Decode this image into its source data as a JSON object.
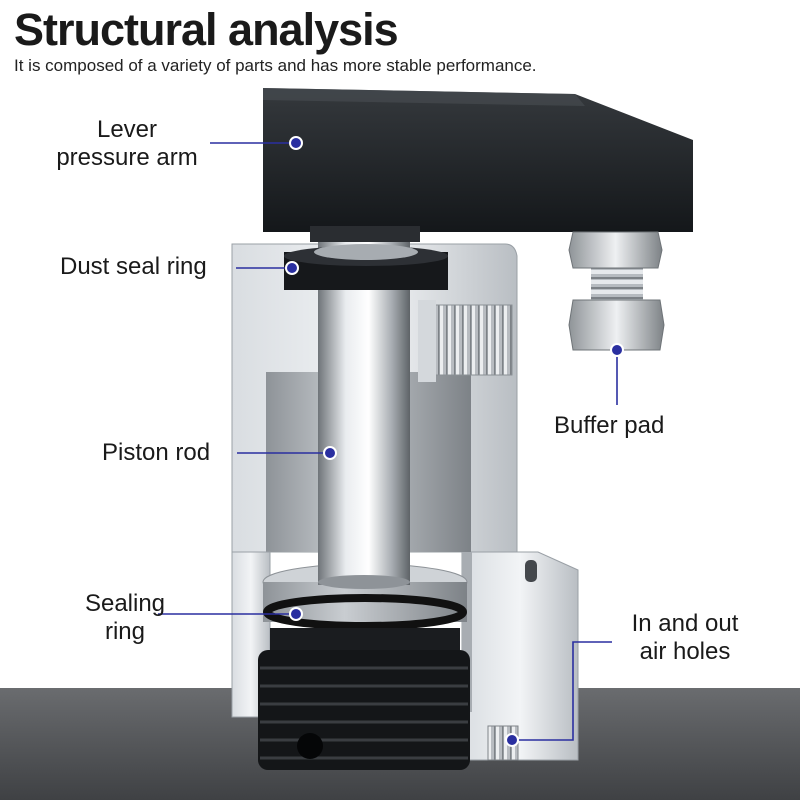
{
  "header": {
    "title": "Structural analysis",
    "subtitle": "It is composed of a variety of parts and has more stable performance."
  },
  "labels": {
    "lever": [
      "Lever",
      "pressure arm"
    ],
    "dust_seal": "Dust seal ring",
    "piston_rod": "Piston rod",
    "sealing_ring": [
      "Sealing",
      "ring"
    ],
    "buffer_pad": "Buffer pad",
    "air_holes": [
      "In and out",
      "air holes"
    ]
  },
  "colors": {
    "callout": "#2a2fa0",
    "arm": "#1e2124",
    "body": "#cfd3d8",
    "floor": "#5c5e61"
  }
}
